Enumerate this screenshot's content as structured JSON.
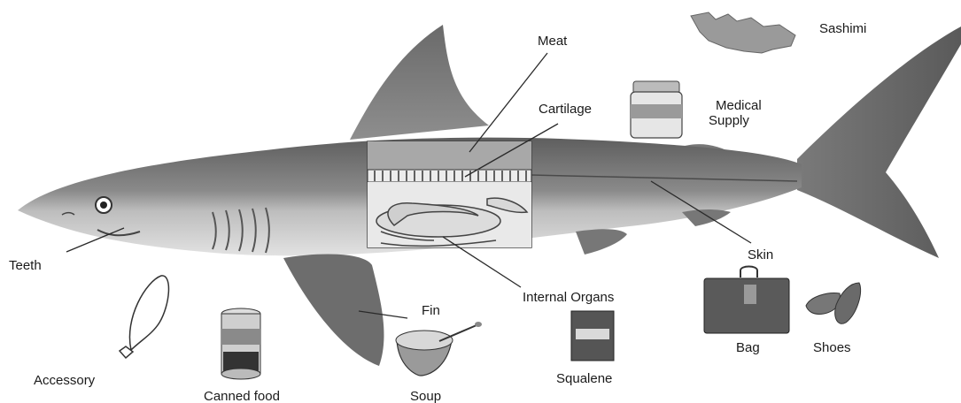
{
  "labels": {
    "meat": "Meat",
    "cartilage": "Cartilage",
    "sashimi": "Sashimi",
    "medical_supply_line1": "Medical",
    "medical_supply_line2": "Supply",
    "teeth": "Teeth",
    "skin": "Skin",
    "internal_organs": "Internal Organs",
    "fin": "Fin",
    "accessory": "Accessory",
    "canned_food": "Canned food",
    "soup": "Soup",
    "squalene": "Squalene",
    "bag": "Bag",
    "shoes": "Shoes"
  },
  "colors": {
    "body_dark": "#6f6f6f",
    "body_mid": "#9a9a9a",
    "belly": "#d6d6d6",
    "leader_line": "#2a2a2a"
  }
}
